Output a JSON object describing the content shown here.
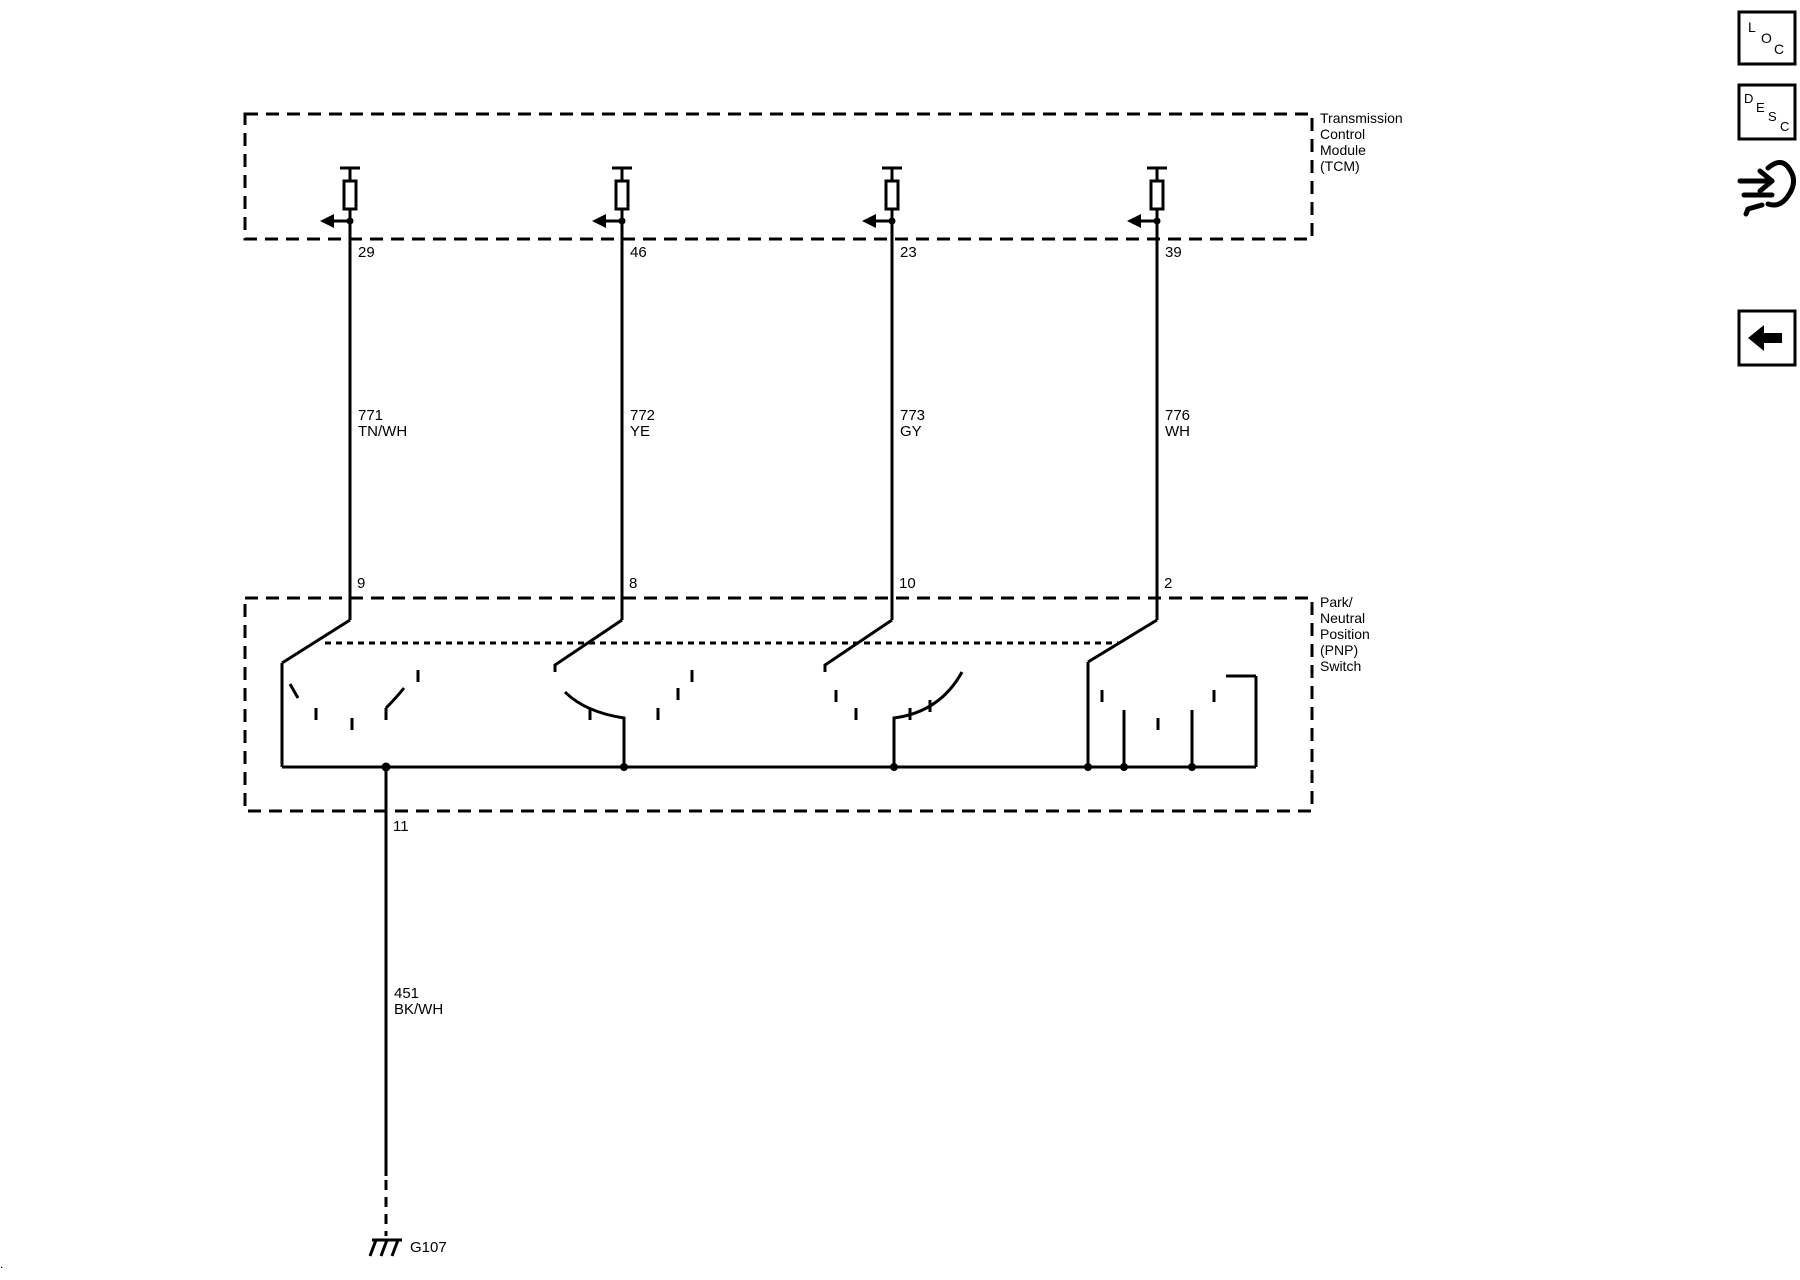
{
  "modules": {
    "tcm": {
      "label_lines": [
        "Transmission",
        "Control",
        "Module",
        "(TCM)"
      ]
    },
    "pnp": {
      "label_lines": [
        "Park/",
        "Neutral",
        "Position",
        "(PNP)",
        "Switch"
      ]
    }
  },
  "circuits": [
    {
      "tcm_pin": "29",
      "circuit": "771",
      "color": "TN/WH",
      "switch_pin": "9"
    },
    {
      "tcm_pin": "46",
      "circuit": "772",
      "color": "YE",
      "switch_pin": "8"
    },
    {
      "tcm_pin": "23",
      "circuit": "773",
      "color": "GY",
      "switch_pin": "10"
    },
    {
      "tcm_pin": "39",
      "circuit": "776",
      "color": "WH",
      "switch_pin": "2"
    }
  ],
  "ground_circuit": {
    "switch_pin": "11",
    "circuit": "451",
    "color": "BK/WH",
    "ground": "G107"
  },
  "side_buttons": {
    "loc": {
      "letters": [
        "L",
        "O",
        "C"
      ]
    },
    "desc": {
      "letters": [
        "D",
        "E",
        "S",
        "C"
      ]
    },
    "connector_icon": "connector-end-view-icon",
    "back_icon": "back-arrow-icon"
  },
  "colors": {
    "ink": "#000000",
    "background": "#ffffff"
  }
}
